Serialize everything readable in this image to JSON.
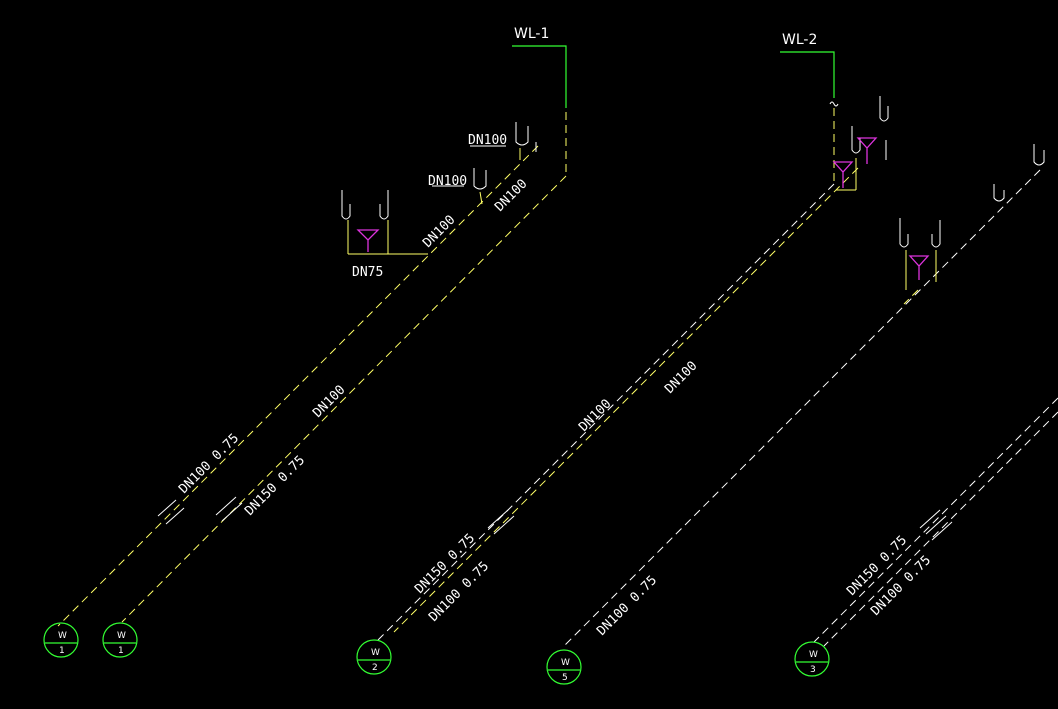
{
  "risers": [
    {
      "label": "WL-1"
    },
    {
      "label": "WL-2"
    }
  ],
  "pipe_labels": {
    "branch_top_1": "DN100",
    "branch_top_2": "DN100",
    "branch_diag_1": "DN100",
    "branch_diag_2": "DN100",
    "dn75": "DN75",
    "main_1": "DN100",
    "main_1_slope": "DN100  0.75",
    "main_2_slope": "DN150  0.75",
    "mid_1": "DN100",
    "mid_2": "DN100",
    "mid_1_slope": "DN150  0.75",
    "mid_2_slope": "DN100  0.75",
    "right_slope": "DN100  0.75",
    "far_1_slope": "DN150  0.75",
    "far_2_slope": "DN100  0.75"
  },
  "outlets": [
    {
      "letter": "W",
      "number": "1"
    },
    {
      "letter": "W",
      "number": "1"
    },
    {
      "letter": "W",
      "number": "2"
    },
    {
      "letter": "W",
      "number": "5"
    },
    {
      "letter": "W",
      "number": "3"
    }
  ],
  "colors": {
    "background": "#000000",
    "pipe": "#ffff66",
    "riser": "#33ff33",
    "drain": "#dd33dd",
    "text": "#ffffff"
  }
}
